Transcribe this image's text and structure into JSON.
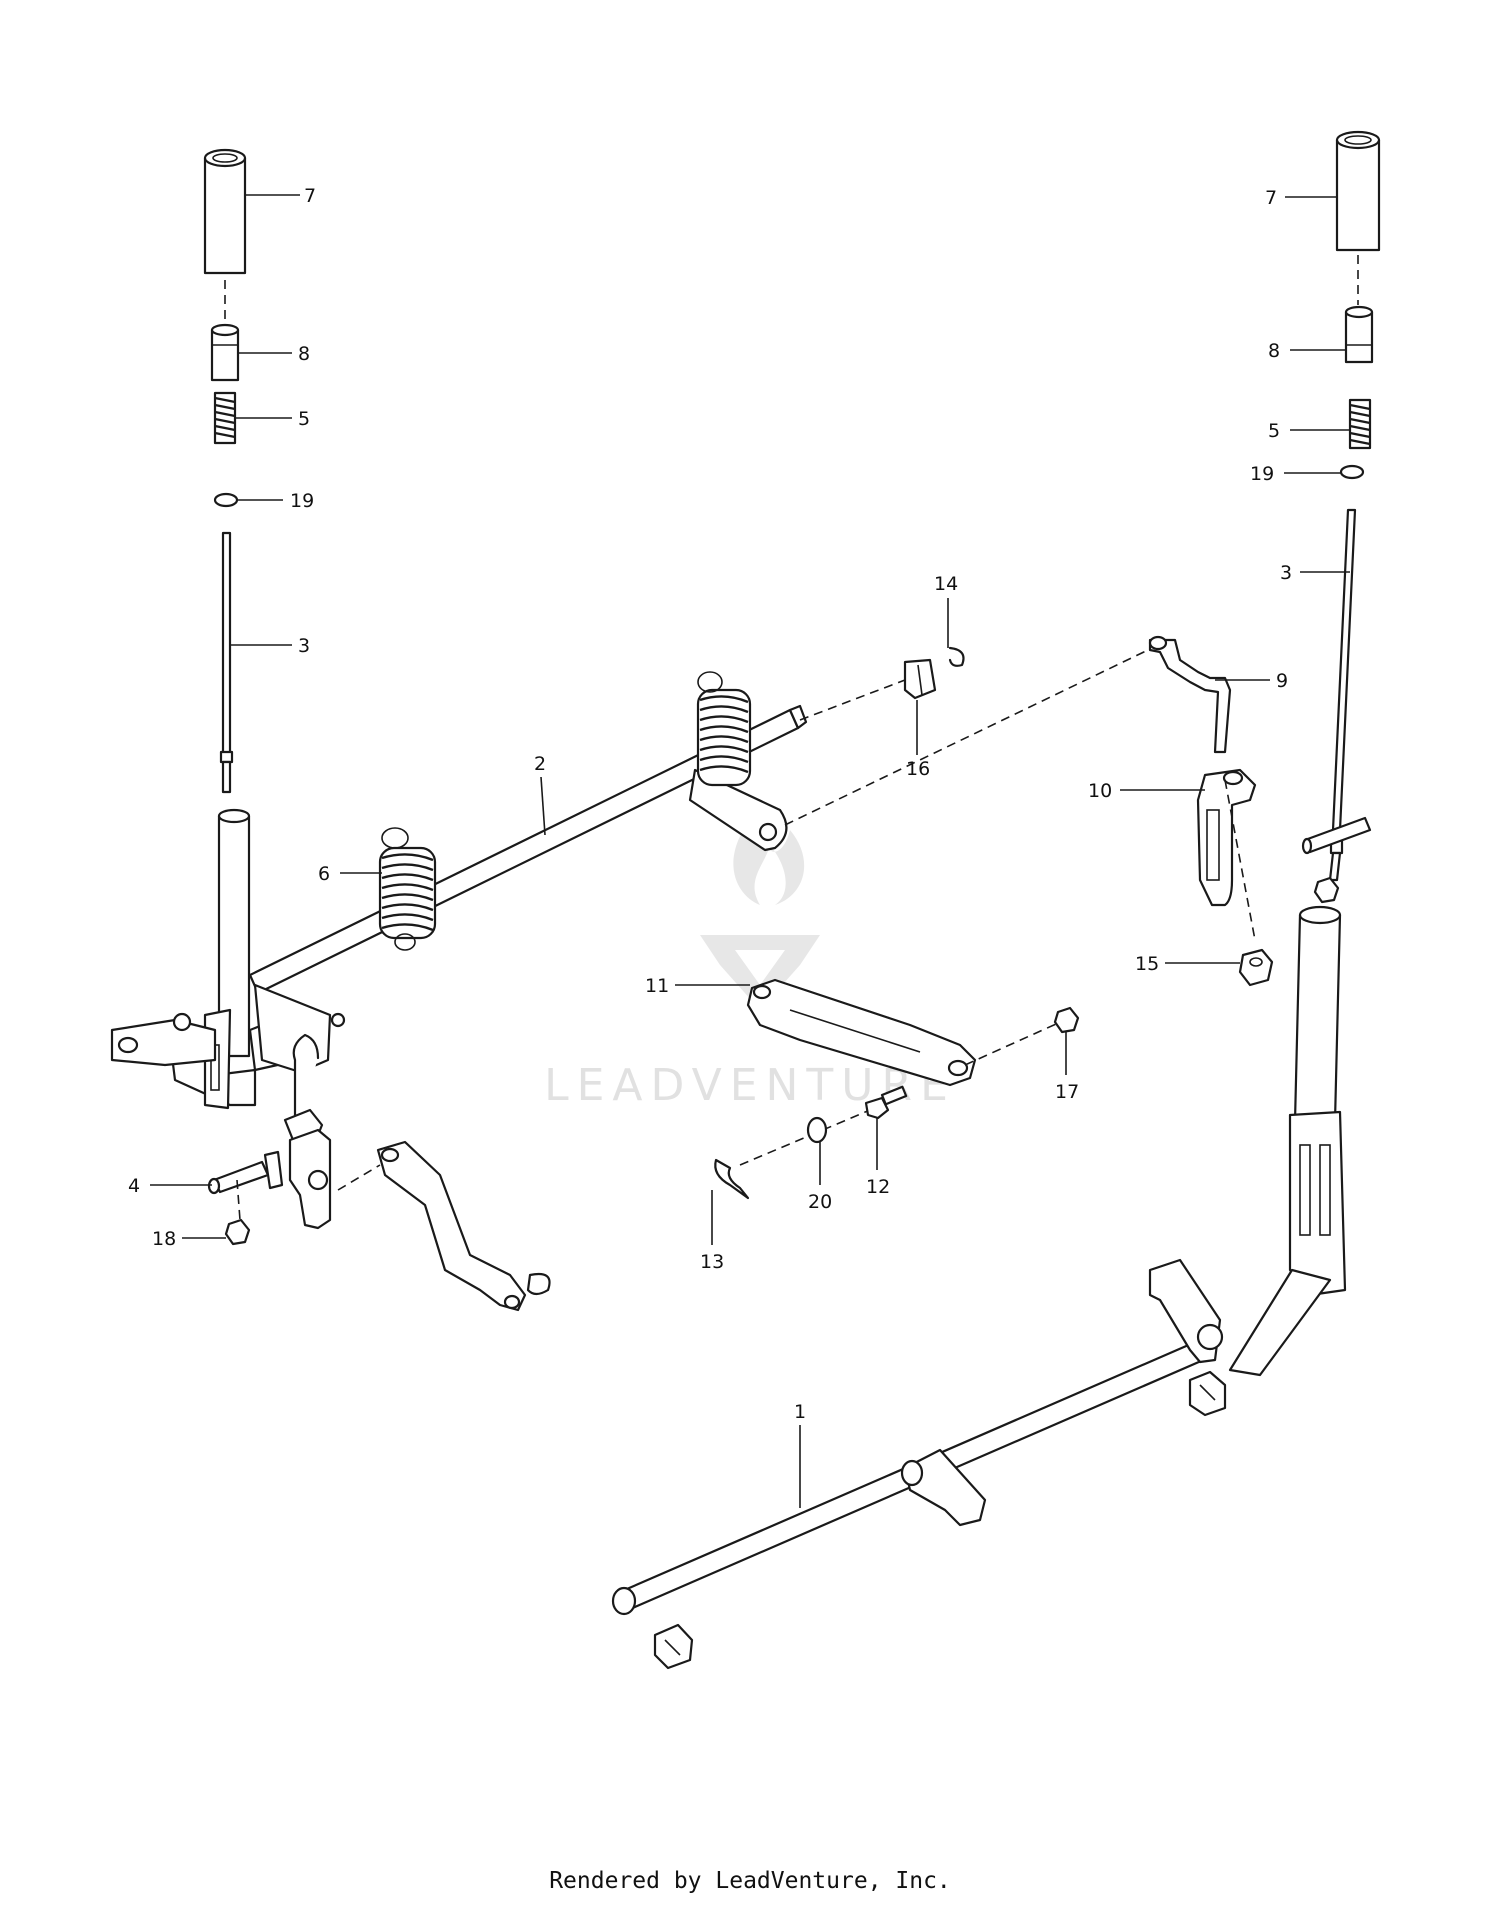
{
  "watermark": {
    "text": "LEADVENTURE"
  },
  "footer": {
    "text": "Rendered by LeadVenture, Inc."
  },
  "callouts": {
    "c1": "1",
    "c2": "2",
    "c3_left": "3",
    "c3_right": "3",
    "c4": "4",
    "c5_left": "5",
    "c5_right": "5",
    "c6": "6",
    "c7_left": "7",
    "c7_right": "7",
    "c8_left": "8",
    "c8_right": "8",
    "c9": "9",
    "c10": "10",
    "c11": "11",
    "c12": "12",
    "c13": "13",
    "c14": "14",
    "c15": "15",
    "c16": "16",
    "c17": "17",
    "c18": "18",
    "c19_left": "19",
    "c19_right": "19",
    "c20": "20"
  }
}
